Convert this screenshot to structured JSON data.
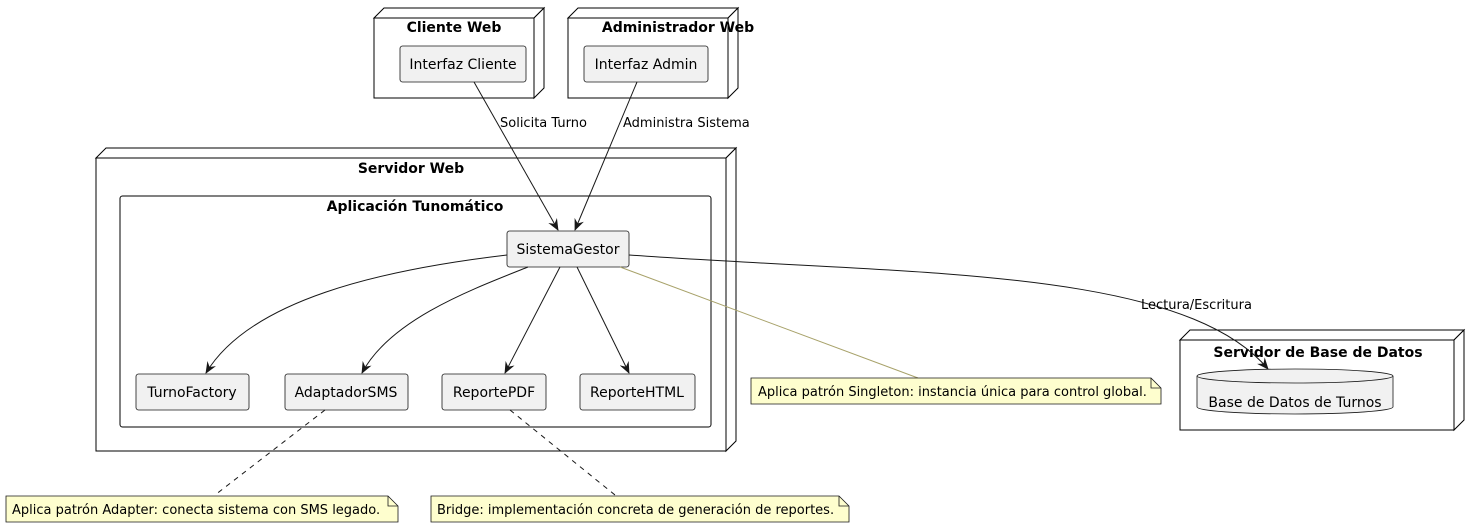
{
  "nodes": {
    "cliente_web": "Cliente Web",
    "admin_web": "Administrador Web",
    "servidor_web": "Servidor Web",
    "servidor_bd": "Servidor de Base de Datos"
  },
  "package": "Aplicación Tunomático",
  "components": {
    "interfaz_cliente": "Interfaz Cliente",
    "interfaz_admin": "Interfaz Admin",
    "sistema_gestor": "SistemaGestor",
    "turno_factory": "TurnoFactory",
    "adaptador_sms": "AdaptadorSMS",
    "reporte_pdf": "ReportePDF",
    "reporte_html": "ReporteHTML",
    "base_datos": "Base de Datos de Turnos"
  },
  "edge_labels": {
    "solicita_turno": "Solicita Turno",
    "administra_sistema": "Administra Sistema",
    "lectura_escritura": "Lectura/Escritura"
  },
  "notes": {
    "singleton": "Aplica patrón Singleton: instancia única para control global.",
    "adapter": "Aplica patrón Adapter: conecta sistema con SMS legado.",
    "bridge": "Bridge: implementación concreta de generación de reportes."
  }
}
